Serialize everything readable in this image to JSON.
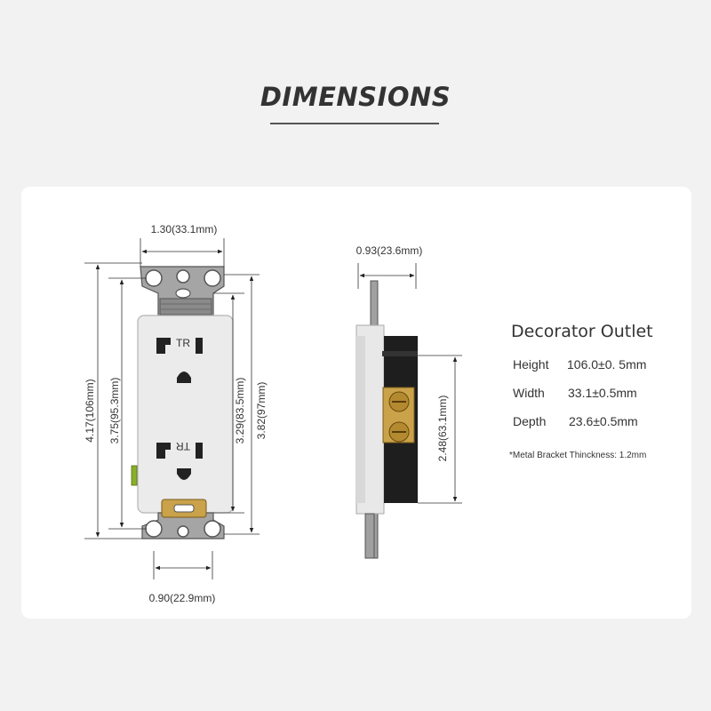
{
  "header": {
    "title": "DIMENSIONS"
  },
  "front_view": {
    "width_top": "1.30(33.1mm)",
    "height_outer_left": "4.17(106mm)",
    "height_inner_left": "3.75(95.3mm)",
    "height_inner_right": "3.29(83.5mm)",
    "height_outer_right": "3.82(97mm)",
    "width_bottom": "0.90(22.9mm)",
    "tr_mark_top": "TR",
    "tr_mark_bottom": "TR"
  },
  "side_view": {
    "depth_top": "0.93(23.6mm)",
    "body_height": "2.48(63.1mm)"
  },
  "specs": {
    "title": "Decorator Outlet",
    "rows": [
      {
        "label": "Height",
        "value": "106.0±0. 5mm"
      },
      {
        "label": "Width",
        "value": "33.1±0.5mm"
      },
      {
        "label": "Depth",
        "value": "23.6±0.5mm"
      }
    ],
    "note": "*Metal Bracket Thinckness: 1.2mm"
  },
  "colors": {
    "page_bg": "#f2f2f2",
    "card_bg": "#ffffff",
    "outlet_face": "#e9e9e9",
    "metal": "#9a9a9a",
    "brass": "#c9a24a",
    "body_dark": "#1e1e1e"
  }
}
